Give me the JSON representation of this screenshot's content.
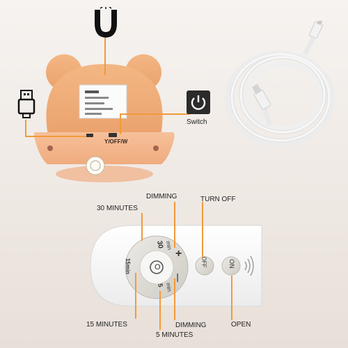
{
  "callouts": {
    "switch": "Switch",
    "switch_mark": "Y/OFF/W",
    "dimming_top": "DIMMING",
    "turn_off": "TURN OFF",
    "thirty": "30 MINUTES",
    "fifteen": "15 MINUTES",
    "dimming_bottom": "DIMMING",
    "five": "5 MINUTES",
    "open": "OPEN"
  },
  "remote": {
    "dial_30": "30",
    "dial_30_unit": "min",
    "dial_15": "15min",
    "dial_5": "5",
    "dial_5_unit": "min",
    "center": "O",
    "plus": "+",
    "minus": "—",
    "off_btn": "OFF",
    "on_btn": "ON"
  },
  "icons": [
    "magnet-icon",
    "usb-plug-icon",
    "power-icon",
    "signal-icon"
  ],
  "colors": {
    "accent": "#f29a3b",
    "lamp": "#f2b07a",
    "lamp_shadow": "#e39a62",
    "cable": "#f3f3f3"
  }
}
